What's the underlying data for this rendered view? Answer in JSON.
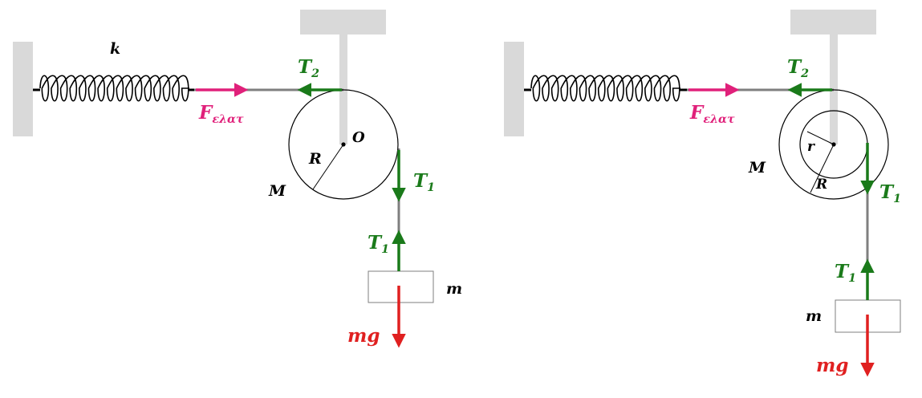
{
  "colors": {
    "support": "#d9d9d9",
    "rope": "#7f7f7f",
    "spring": "#000000",
    "outline": "#000000",
    "elastic_force": "#e0207a",
    "tension": "#1a7a1a",
    "weight": "#e02020",
    "label": "#000000",
    "block_edge": "#7f7f7f"
  },
  "left_diagram": {
    "spring_constant": "k",
    "elastic_force": {
      "main": "F",
      "sub": "ελατ"
    },
    "tension_top": {
      "main": "T",
      "sub": "2"
    },
    "tension_right": {
      "main": "T",
      "sub": "1"
    },
    "tension_block": {
      "main": "T",
      "sub": "1"
    },
    "center": "O",
    "radius": "R",
    "pulley_mass": "M",
    "block_mass": "m",
    "weight": "mg"
  },
  "right_diagram": {
    "elastic_force": {
      "main": "F",
      "sub": "ελατ"
    },
    "tension_top": {
      "main": "T",
      "sub": "2"
    },
    "tension_right": {
      "main": "T",
      "sub": "1"
    },
    "tension_block": {
      "main": "T",
      "sub": "1"
    },
    "inner_radius": "r",
    "outer_radius": "R",
    "pulley_mass": "M",
    "block_mass": "m",
    "weight": "mg"
  }
}
